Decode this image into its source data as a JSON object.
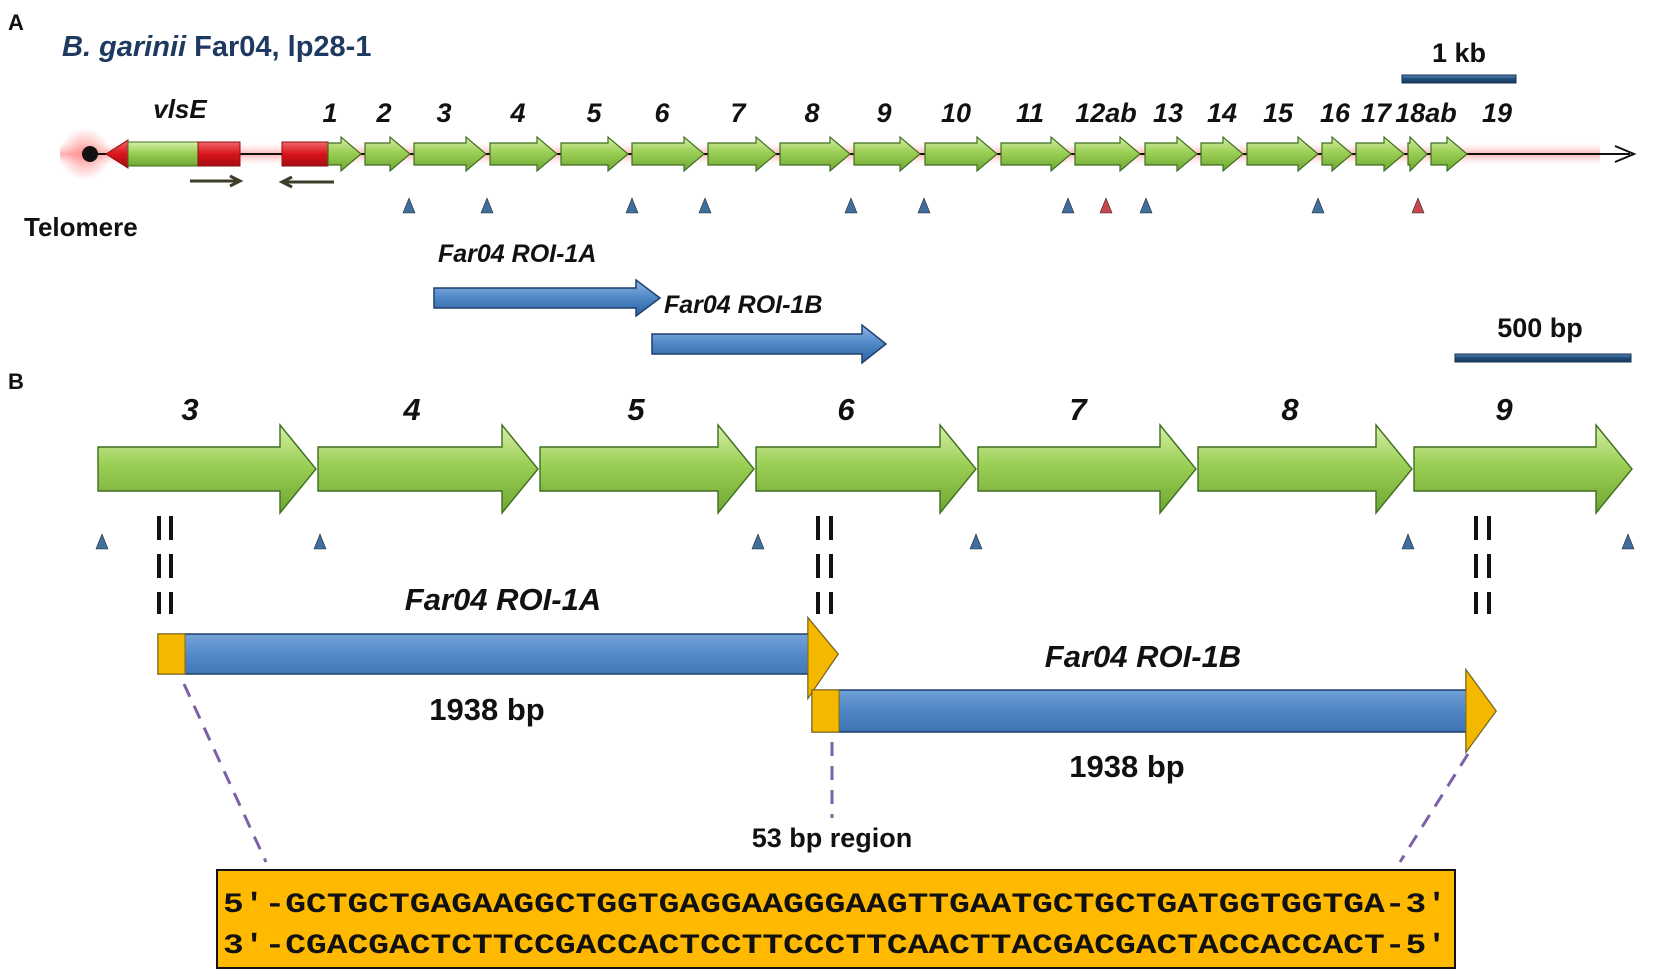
{
  "panel_a": {
    "label": "A",
    "title_species": "B. garinii",
    "title_rest": " Far04, lp28-1",
    "scale_label": "1 kb",
    "vlse_label": "vlsE",
    "telomere_label": "Telomere",
    "gene_labels": [
      "1",
      "2",
      "3",
      "4",
      "5",
      "6",
      "7",
      "8",
      "9",
      "10",
      "11",
      "12ab",
      "13",
      "14",
      "15",
      "16",
      "17",
      "18ab",
      "19"
    ],
    "roi_1a_label": "Far04 ROI-1A",
    "roi_1b_label": "Far04 ROI-1B"
  },
  "panel_b": {
    "label": "B",
    "scale_label": "500 bp",
    "gene_labels": [
      "3",
      "4",
      "5",
      "6",
      "7",
      "8",
      "9"
    ],
    "roi_1a_label": "Far04 ROI-1A",
    "roi_1a_size": "1938 bp",
    "roi_1b_label": "Far04 ROI-1B",
    "roi_1b_size": "1938 bp",
    "region_label": "53 bp region",
    "seq_top": "5′-GCTGCTGAGAAGGCTGGTGAGGAAGGGAAGTTGAATGCTGCTGATGGTGGTGA-3′",
    "seq_bottom": "3′-CGACGACTCTTCCGACCACTCCTTCCCTTCAACTTACGACGACTACCACCACT-5′"
  },
  "colors": {
    "gene_green": "#9bcf55",
    "roi_blue": "#4f86c6",
    "flank_yellow": "#f5b800",
    "vls_red": "#d9151b",
    "marker_blue": "#3f6f9e",
    "marker_red": "#c9474a",
    "scale_navy": "#1f4e79",
    "seq_box": "#ffb900"
  }
}
